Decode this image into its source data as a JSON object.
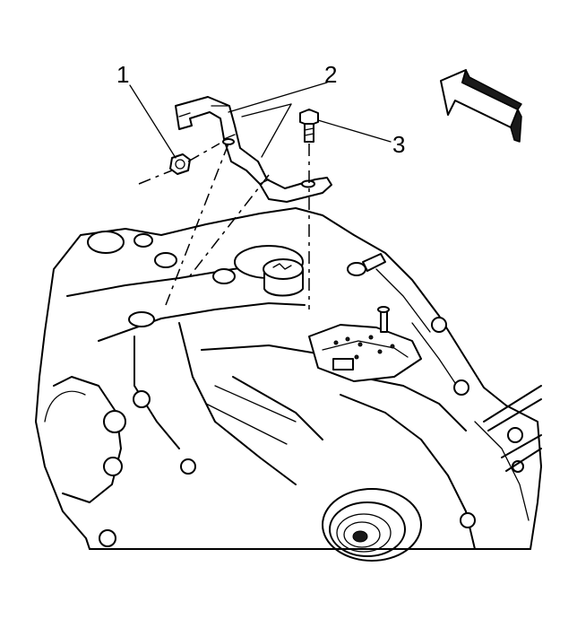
{
  "figure": {
    "callouts": [
      {
        "id": "1",
        "text": "1"
      },
      {
        "id": "2",
        "text": "2"
      },
      {
        "id": "3",
        "text": "3"
      }
    ],
    "direction_arrow": "front-direction-arrow",
    "colors": {
      "line": "#000000",
      "background": "#ffffff",
      "arrow_fill": "#1a1a1a"
    }
  }
}
